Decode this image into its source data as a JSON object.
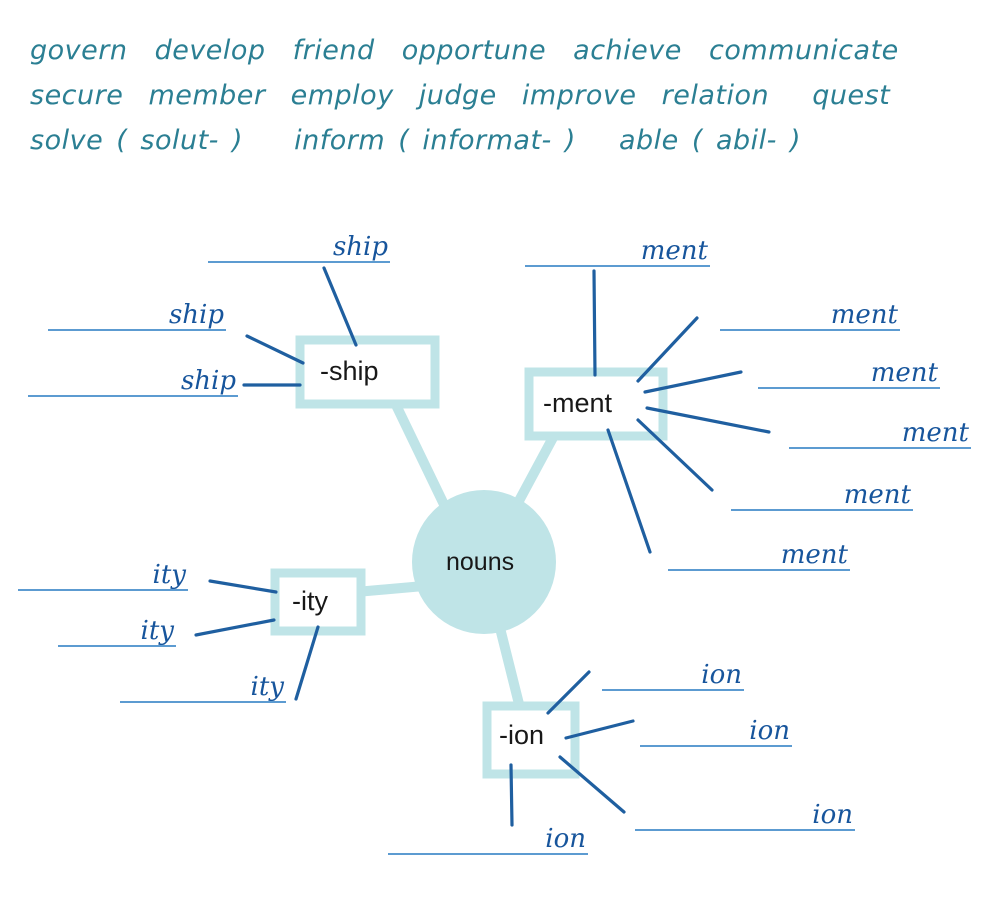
{
  "word_bank": {
    "rows": [
      [
        "govern",
        "develop",
        "friend",
        "opportune",
        "achieve",
        "communicate"
      ],
      [
        "secure",
        "member",
        "employ",
        "judge",
        "improve",
        "relation",
        "quest"
      ],
      [
        "solve ( solut- )",
        "inform ( informat- )",
        "able ( abil- )"
      ]
    ]
  },
  "mind_map": {
    "center": {
      "label": "nouns"
    },
    "colors": {
      "node_fill": "#bfe4e7",
      "node_border": "#bfe4e7",
      "connector": "#bfe4e7",
      "leader_line": "#1f5fa0",
      "blank_line": "#5c9bd1",
      "suffix_text": "#17559c",
      "word_bank_text": "#2b7f93",
      "node_text": "#181818",
      "background": "#ffffff"
    },
    "branches": [
      {
        "label": "-ship",
        "blanks": [
          "ship",
          "ship",
          "ship"
        ]
      },
      {
        "label": "-ment",
        "blanks": [
          "ment",
          "ment",
          "ment",
          "ment",
          "ment",
          "ment"
        ]
      },
      {
        "label": "-ity",
        "blanks": [
          "ity",
          "ity",
          "ity"
        ]
      },
      {
        "label": "-ion",
        "blanks": [
          "ion",
          "ion",
          "ion",
          "ion"
        ]
      }
    ]
  }
}
